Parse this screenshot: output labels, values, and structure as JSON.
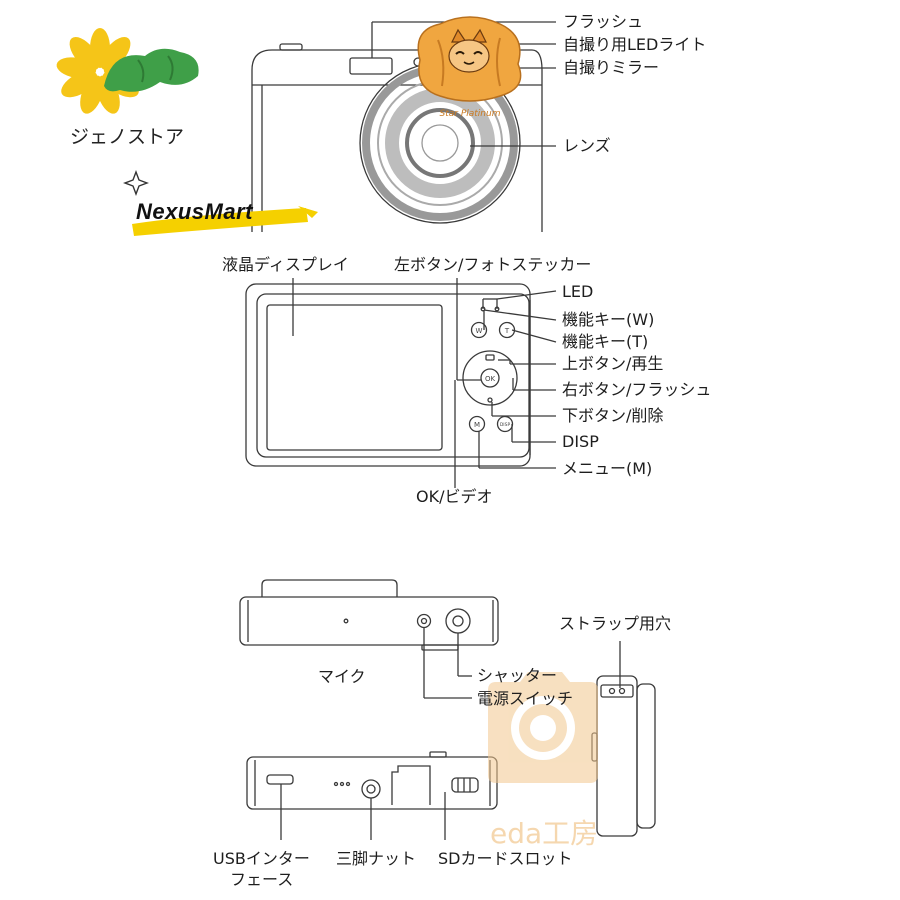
{
  "branding": {
    "store_name": "ジェノストア",
    "mart_name": "NexusMart",
    "cat_logo_text": "Star Platinum",
    "watermark_text": "eda工房"
  },
  "top_view": {
    "flash": "フラッシュ",
    "selfie_led": "自撮り用LEDライト",
    "selfie_mirror": "自撮りミラー",
    "lens": "レンズ"
  },
  "back_view": {
    "lcd": "液晶ディスプレイ",
    "left_button": "左ボタン/フォトステッカー",
    "led": "LED",
    "func_w": "機能キー(W)",
    "func_t": "機能キー(T)",
    "up_button": "上ボタン/再生",
    "right_button": "右ボタン/フラッシュ",
    "down_button": "下ボタン/削除",
    "disp": "DISP",
    "menu": "メニュー(M)",
    "ok": "OK/ビデオ",
    "btn_w": "W",
    "btn_t": "T",
    "btn_ok": "OK",
    "btn_m": "M",
    "btn_disp": "DISP"
  },
  "top_edge_view": {
    "mic": "マイク",
    "shutter": "シャッター",
    "power": "電源スイッチ"
  },
  "side_view": {
    "strap": "ストラップ用穴"
  },
  "bottom_view": {
    "usb_line1": "USBインター",
    "usb_line2": "フェース",
    "tripod": "三脚ナット",
    "sd": "SDカードスロット"
  },
  "colors": {
    "line": "#3a3a3a",
    "petal": "#f5c518",
    "leaf": "#3f9f48",
    "accent_yellow": "#f5d000",
    "watermark": "#f2c78e",
    "cat_orange": "#f0a640"
  }
}
